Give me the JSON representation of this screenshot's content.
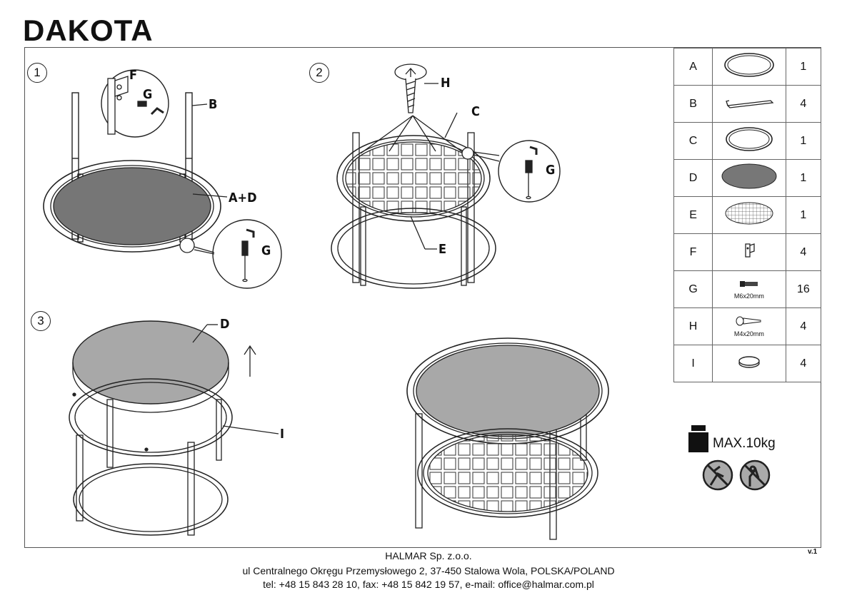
{
  "title": "DAKOTA",
  "steps": [
    "1",
    "2",
    "3"
  ],
  "callouts": {
    "s1": {
      "f": "F",
      "g1": "G",
      "b": "B",
      "ad": "A+D",
      "g2": "G"
    },
    "s2": {
      "h": "H",
      "c": "C",
      "g": "G",
      "e": "E"
    },
    "s3": {
      "d": "D",
      "i": "I"
    }
  },
  "parts": [
    {
      "letter": "A",
      "icon": "ring-frame-icon",
      "qty": "1"
    },
    {
      "letter": "B",
      "icon": "leg-bar-icon",
      "qty": "4"
    },
    {
      "letter": "C",
      "icon": "ring-frame-icon",
      "qty": "1"
    },
    {
      "letter": "D",
      "icon": "glass-top-icon",
      "qty": "1"
    },
    {
      "letter": "E",
      "icon": "grid-shelf-icon",
      "qty": "1"
    },
    {
      "letter": "F",
      "icon": "bracket-icon",
      "qty": "4"
    },
    {
      "letter": "G",
      "icon": "bolt-icon",
      "spec": "M6x20mm",
      "qty": "16"
    },
    {
      "letter": "H",
      "icon": "screw-icon",
      "spec": "M4x20mm",
      "qty": "4"
    },
    {
      "letter": "I",
      "icon": "felt-pad-icon",
      "qty": "4"
    }
  ],
  "max_load": "MAX.10kg",
  "warnings": [
    "no-standing-icon",
    "no-climbing-icon"
  ],
  "version": "v.1",
  "footer": {
    "company": "HALMAR Sp. z.o.o.",
    "address": "ul Centralnego Okręgu Przemysłowego 2, 37-450 Stalowa Wola, POLSKA/POLAND",
    "contact": "tel: +48 15 843 28 10, fax: +48 15 842 19 57, e-mail: office@halmar.com.pl"
  }
}
